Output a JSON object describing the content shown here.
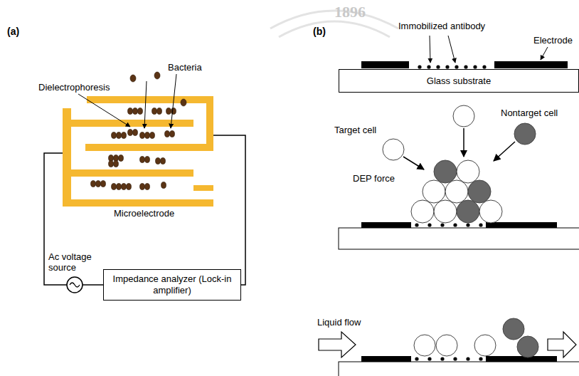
{
  "diagram": {
    "nodes": [
      {
        "text": [
          "Impedance analyzer (Lock-in amplifier)"
        ]
      },
      {
        "text": [
          "Glass substrate"
        ]
      }
    ],
    "labels": [
      "(a)",
      "(b)",
      "1896",
      "Dielectrophoresis",
      "Bacteria",
      "Microelectrode",
      "Ac voltage source",
      "Immobilized antibody",
      "Electrode",
      "Target cell",
      "Nontarget cell",
      "DEP force",
      "Liquid flow"
    ]
  }
}
